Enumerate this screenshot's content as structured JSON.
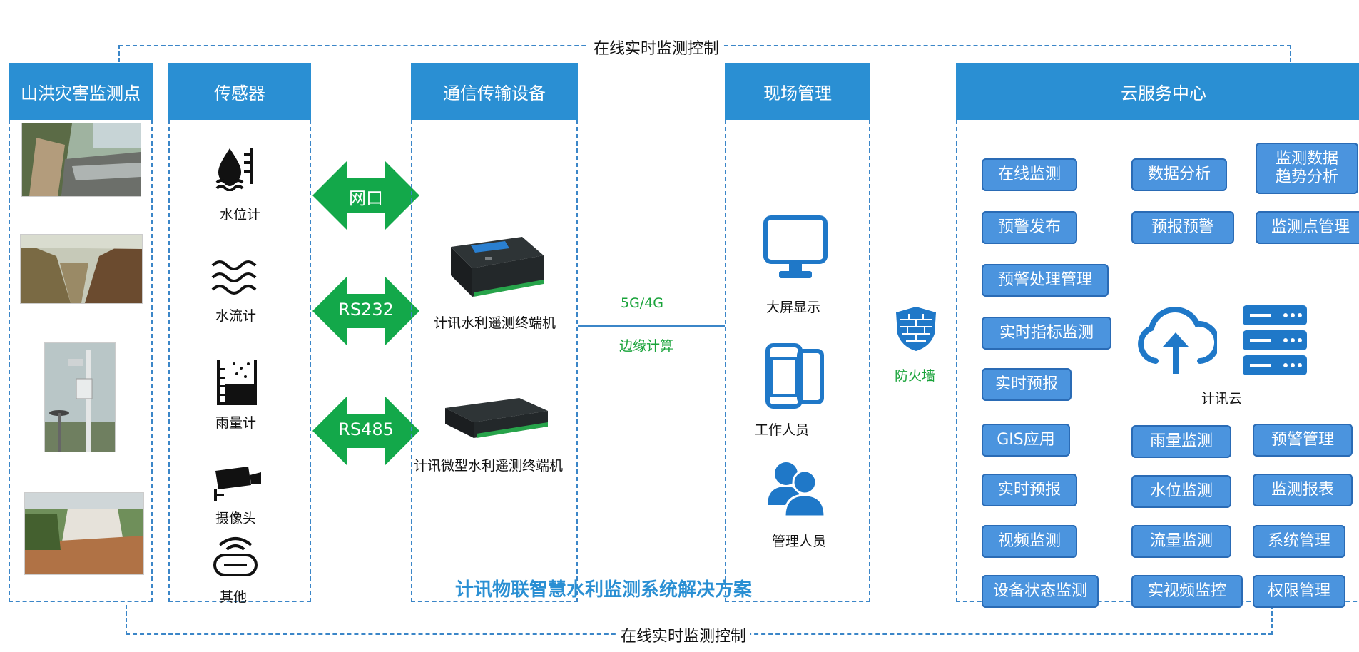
{
  "top_label": "在线实时监测控制",
  "bottom_label": "在线实时监测控制",
  "columns": {
    "flood": {
      "title": "山洪灾害监测点"
    },
    "sensors": {
      "title": "传感器",
      "items": [
        "水位计",
        "水流计",
        "雨量计",
        "摄像头",
        "其他"
      ]
    },
    "comm": {
      "title": "通信传输设备",
      "devices": [
        "计讯水利遥测终端机",
        "计讯微型水利遥测终端机"
      ]
    },
    "site": {
      "title": "现场管理",
      "items": [
        "大屏显示",
        "工作人员",
        "管理人员"
      ]
    },
    "cloud": {
      "title": "云服务中心",
      "buttons": [
        "在线监测",
        "数据分析",
        "监测数据\n趋势分析",
        "预警发布",
        "预报预警",
        "监测点管理",
        "预警处理管理",
        "实时指标监测",
        "实时预报",
        "GIS应用",
        "雨量监测",
        "预警管理",
        "实时预报",
        "水位监测",
        "监测报表",
        "视频监测",
        "流量监测",
        "系统管理",
        "设备状态监测",
        "实视频监控",
        "权限管理"
      ],
      "cloud_label": "计讯云"
    }
  },
  "arrows": [
    "网口",
    "RS232",
    "RS485"
  ],
  "link": {
    "top": "5G/4G",
    "bottom": "边缘计算"
  },
  "firewall": "防火墙",
  "solution_title": "计讯物联智慧水利监测系统解决方案",
  "colors": {
    "header": "#2a8fd3",
    "button": "#4b94de",
    "arrow": "#13a84a",
    "accent_text": "#19a33a",
    "title_text": "#2a8fd3"
  }
}
